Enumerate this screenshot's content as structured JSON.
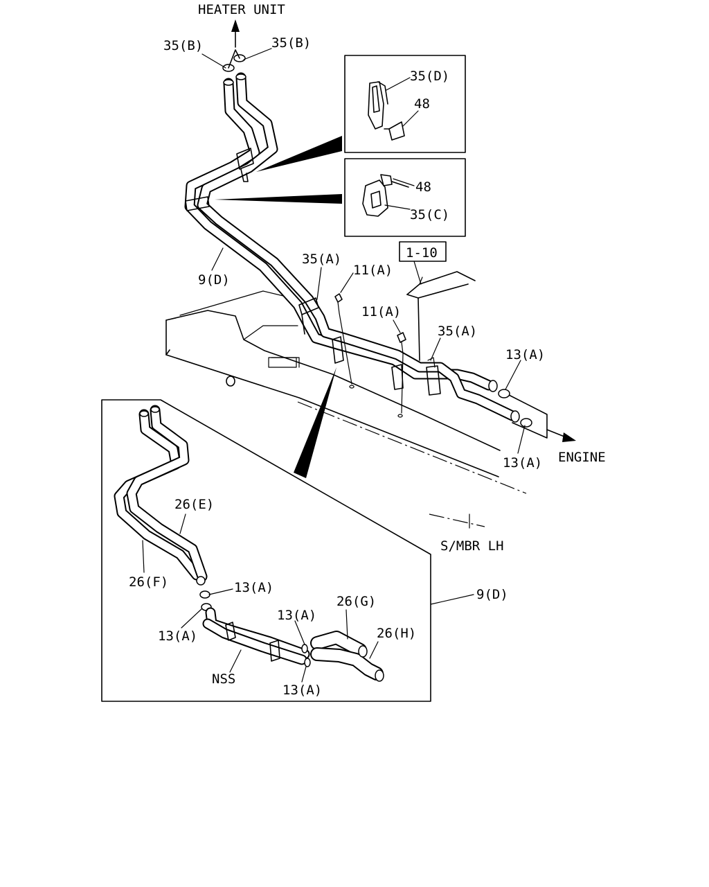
{
  "labels": {
    "heater_unit": "HEATER UNIT",
    "engine": "ENGINE",
    "smbr_lh": "S/MBR LH",
    "ref_box": "1-10",
    "nss": "NSS"
  },
  "callouts": {
    "clamp_35b_left": "35(B)",
    "clamp_35b_right": "35(B)",
    "clip_35d": "35(D)",
    "bolt_48_top": "48",
    "bolt_48_mid": "48",
    "clip_35c": "35(C)",
    "pipe_9d": "9(D)",
    "clip_35a_left": "35(A)",
    "bolt_11a_left": "11(A)",
    "bolt_11a_right": "11(A)",
    "clip_35a_right": "35(A)",
    "clamp_13a_engine_upper": "13(A)",
    "clamp_13a_engine_lower": "13(A)",
    "hose_26e": "26(E)",
    "hose_26f": "26(F)",
    "clamp_13a_inset_1": "13(A)",
    "clamp_13a_inset_2": "13(A)",
    "clamp_13a_inset_3": "13(A)",
    "clamp_13a_inset_4": "13(A)",
    "hose_26g": "26(G)",
    "hose_26h": "26(H)",
    "pipe_9d_inset": "9(D)"
  }
}
